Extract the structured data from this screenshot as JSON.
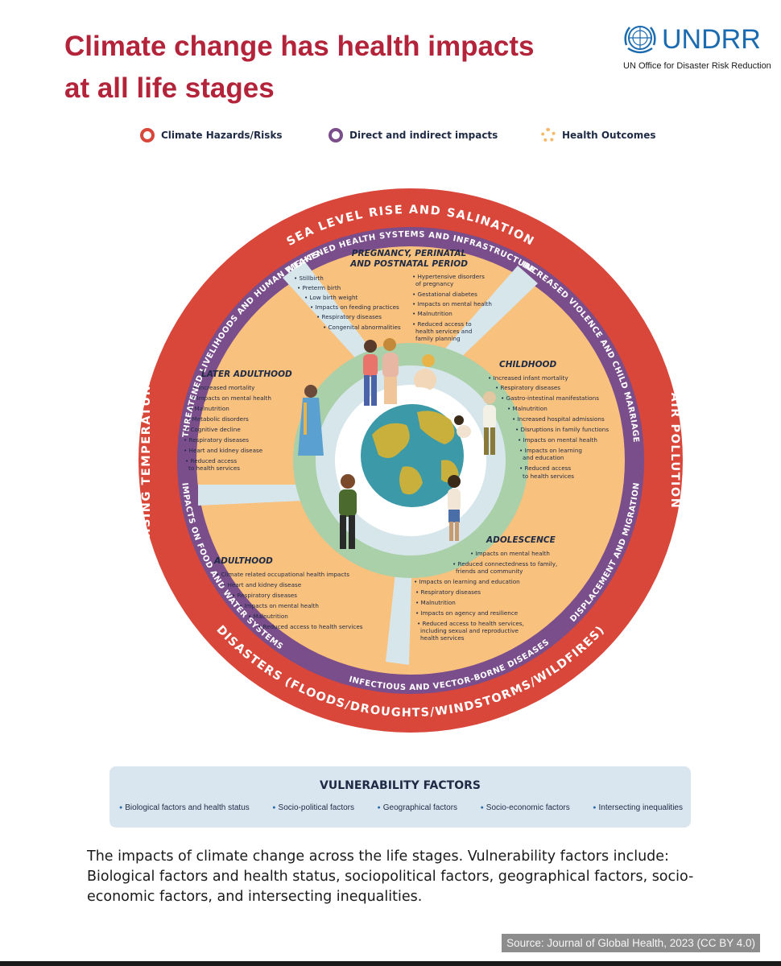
{
  "title": {
    "line1": "Climate change has health impacts",
    "line2": "at all life stages"
  },
  "logo": {
    "name": "UNDRR",
    "subtitle": "UN Office for Disaster Risk Reduction"
  },
  "legend": [
    {
      "label": "Climate Hazards/Risks",
      "color": "#d9463a"
    },
    {
      "label": "Direct and indirect impacts",
      "color": "#7a4d8b"
    },
    {
      "label": "Health Outcomes",
      "color": "#f6b867"
    }
  ],
  "colors": {
    "outer_ring": "#d9463a",
    "middle_ring": "#7a4d8b",
    "segment": "#f9c17e",
    "divider": "#d6e6ea",
    "core_ring": "#a9d0a9",
    "globe_ocean": "#3c9aa8",
    "globe_land": "#c9b03c",
    "text": "#1f2a44"
  },
  "hazards": {
    "top": "SEA LEVEL RISE AND SALINATION",
    "right": "AIR POLLUTION",
    "bottom": "DISASTERS (FLOODS/DROUGHTS/WINDSTORMS/WILDFIRES)",
    "left": "RISING TEMPERATURES"
  },
  "impacts": {
    "top": "WEAKENED HEALTH SYSTEMS AND INFRASTRUCTURE",
    "upper_right": "INCREASED VIOLENCE AND CHILD MARRIAGE",
    "lower_right": "DISPLACEMENT AND MIGRATION",
    "bottom": "INFECTIOUS AND VECTOR-BORNE DISEASES",
    "lower_left": "IMPACTS ON FOOD AND WATER SYSTEMS",
    "upper_left": "THREATENED LIVELIHOODS AND HUMAN RIGHTS"
  },
  "stages": {
    "pregnancy": {
      "title1": "PREGNANCY, PERINATAL",
      "title2": "AND POSTNATAL PERIOD",
      "left": [
        "Stillbirth",
        "Preterm birth",
        "Low birth weight",
        "Impacts on feeding practices",
        "Respiratory diseases",
        "Congenital abnormalities"
      ],
      "right": [
        "Hypertensive disorders",
        "of pregnancy",
        "Gestational diabetes",
        "Impacts on mental health",
        "Malnutrition",
        "Reduced access to",
        "health services and",
        "family planning"
      ]
    },
    "childhood": {
      "title": "CHILDHOOD",
      "items": [
        "Increased infant mortality",
        "Respiratory diseases",
        "Gastro-intestinal manifestations",
        "Malnutrition",
        "Increased hospital admissions",
        "Disruptions in family functions",
        "Impacts on mental health",
        "Impacts on learning",
        "and education",
        "Reduced access",
        "to health services"
      ]
    },
    "adolescence": {
      "title": "ADOLESCENCE",
      "items": [
        "Impacts on mental health",
        "Reduced connectedness to family,",
        "friends and community",
        "Impacts on learning and education",
        "Respiratory diseases",
        "Malnutrition",
        "Impacts on agency and resilience",
        "Reduced access to health services,",
        "including sexual and reproductive",
        "health services"
      ]
    },
    "adulthood": {
      "title": "ADULTHOOD",
      "items": [
        "Climate related occupational health impacts",
        "Heart and kidney disease",
        "Respiratory diseases",
        "Impacts on mental health",
        "Malnutrition",
        "Reduced access to health services"
      ]
    },
    "later": {
      "title": "LATER ADULTHOOD",
      "items": [
        "Increased mortality",
        "Impacts on mental health",
        "Malnutrition",
        "Metabolic disorders",
        "Cognitive decline",
        "Respiratory diseases",
        "Heart and kidney disease",
        "Reduced access",
        "to health services"
      ]
    }
  },
  "vulnerability": {
    "title": "VULNERABILITY FACTORS",
    "items": [
      "Biological factors and health status",
      "Socio-political factors",
      "Geographical factors",
      "Socio-economic factors",
      "Intersecting inequalities"
    ]
  },
  "caption": "The impacts of climate change across the life stages. Vulnerability factors include: Biological factors and health status, sociopolitical factors, geographical factors, socio-economic factors, and intersecting inequalities.",
  "source": "Source: Journal of Global Health, 2023 (CC BY 4.0)"
}
